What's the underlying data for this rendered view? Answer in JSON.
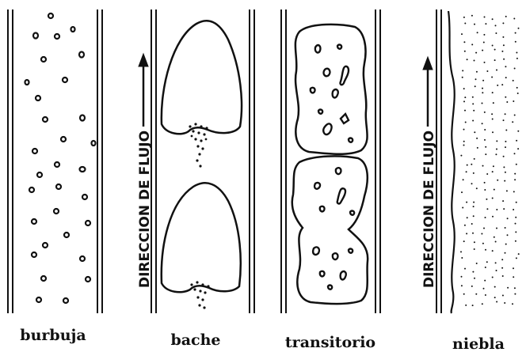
{
  "flow_direction_label": "DIRECCION DE FLUJO",
  "regimes": [
    {
      "name": "burbuja"
    },
    {
      "name": "bache"
    },
    {
      "name": "transitorio"
    },
    {
      "name": "niebla"
    }
  ],
  "colors": {
    "ink": "#111111",
    "background": "#ffffff"
  }
}
